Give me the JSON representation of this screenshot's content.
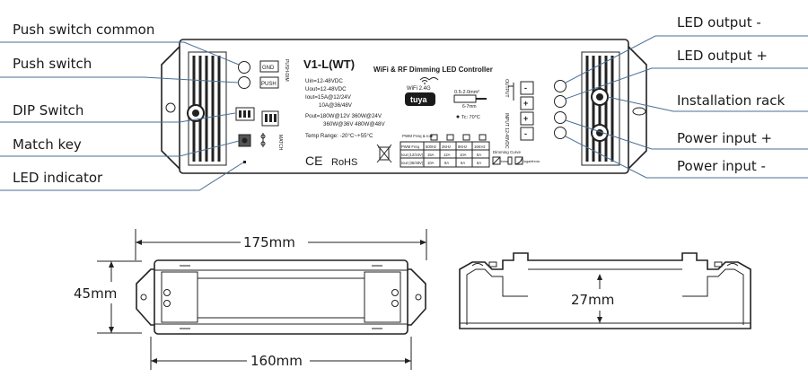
{
  "callouts": {
    "push_switch_common": "Push switch common",
    "push_switch": "Push switch",
    "dip_switch": "DIP Switch",
    "match_key": "Match key",
    "led_indicator": "LED indicator",
    "led_output_minus": "LED output -",
    "led_output_plus": "LED output +",
    "installation_rack": "Installation rack",
    "power_input_plus": "Power input +",
    "power_input_minus": "Power input -"
  },
  "device": {
    "model": "V1-L(WT)",
    "title": "WiFi & RF Dimming LED Controller",
    "specs": [
      "Uin=12-48VDC",
      "Uout=12-48VDC",
      "Iout=15A@12/24V",
      "10A@36/48V"
    ],
    "pout_line1": "Pout=180W@12V  360W@24V",
    "pout_line2": "360W@36V  480W@48V",
    "temp": "Temp Range: -20°C~+55°C",
    "gnd": "GND",
    "push": "PUSH",
    "push_dim": "PUSH-DIM",
    "match": "MATCH",
    "wifi": "WiFi 2.4G",
    "brand": "tuya",
    "wire_strip": "0.5-2.0mm²",
    "wire_len": "6-7mm",
    "tc": "Tc: 70°C",
    "output": "OUTPUT",
    "input": "INPUT 12-48VDC",
    "ce": "CE",
    "rohs": "RoHS",
    "pwm_title": "PWM Freq & Iout",
    "pwm_headers": [
      "PWM Freq",
      "500Hz",
      "2KHz",
      "8KHz",
      "16KHz"
    ],
    "pwm_row1": [
      "Iout (12/24V)",
      "15A",
      "12A",
      "10A",
      "8A"
    ],
    "pwm_row2": [
      "Iout (36/48V)",
      "10A",
      "8A",
      "6A",
      "6A"
    ],
    "dimming_curve": "Dimming Curve",
    "linear": "linear",
    "logarithmic": "logarithmic",
    "minus": "-",
    "plus": "+"
  },
  "dimensions": {
    "length_outer": "175mm",
    "length_inner": "160mm",
    "width": "45mm",
    "height": "27mm"
  }
}
